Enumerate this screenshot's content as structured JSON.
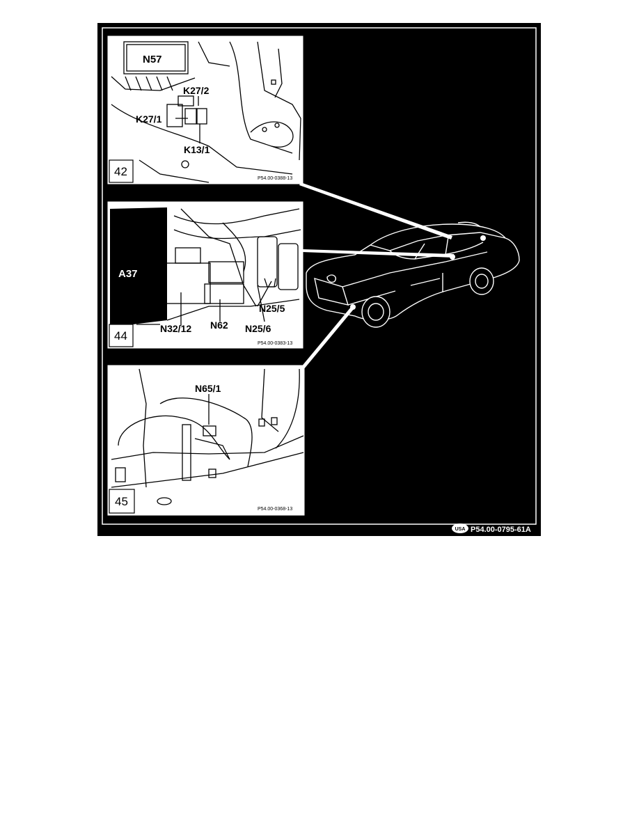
{
  "footer": {
    "badge": "USA",
    "code": "P54.00-0795-61A"
  },
  "panel_top": {
    "number": "42",
    "ref": "P54.00-0388-13",
    "labels": {
      "n57": "N57",
      "k27_2": "K27/2",
      "k27_1": "K27/1",
      "k13_1": "K13/1"
    }
  },
  "panel_mid": {
    "number": "44",
    "ref": "P54.00-0383-13",
    "labels": {
      "a37": "A37",
      "n25_5": "N25/5",
      "n32_12": "N32/12",
      "n62": "N62",
      "n25_6": "N25/6"
    }
  },
  "panel_bot": {
    "number": "45",
    "ref": "P54.00-0368-13",
    "labels": {
      "n65_1": "N65/1"
    }
  }
}
